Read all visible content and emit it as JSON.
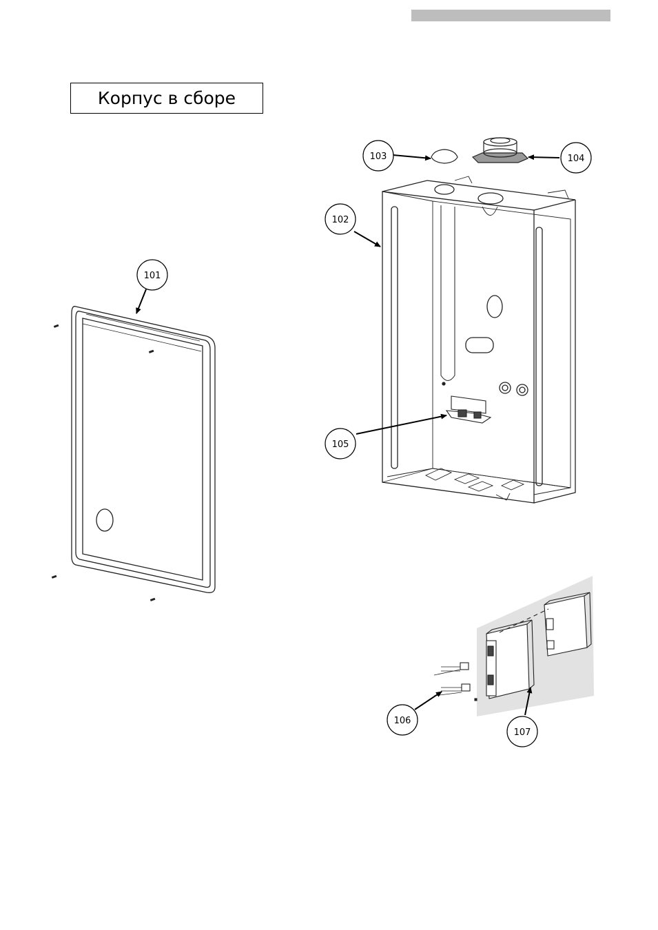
{
  "header": {
    "bar_color": "#bdbdbd"
  },
  "title": "Корпус в сборе",
  "callouts": [
    {
      "id": "101"
    },
    {
      "id": "102"
    },
    {
      "id": "103"
    },
    {
      "id": "104"
    },
    {
      "id": "105"
    },
    {
      "id": "106"
    },
    {
      "id": "107"
    }
  ]
}
